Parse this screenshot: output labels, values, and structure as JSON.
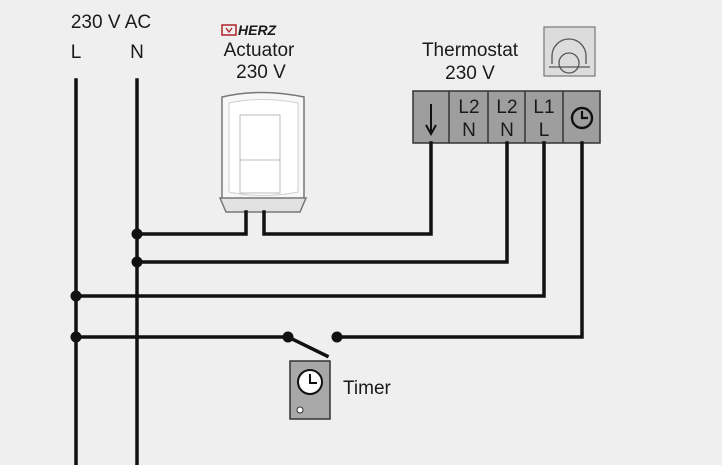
{
  "supply": {
    "voltage_label": "230 V AC",
    "line_label": "L",
    "neutral_label": "N"
  },
  "actuator": {
    "brand": "HERZ",
    "name": "Actuator",
    "voltage": "230 V"
  },
  "thermostat": {
    "name": "Thermostat",
    "voltage": "230 V",
    "terminals": [
      {
        "top": "",
        "bottom": "",
        "icon": "arrow-down-icon"
      },
      {
        "top": "L2",
        "bottom": "N"
      },
      {
        "top": "L2",
        "bottom": "N"
      },
      {
        "top": "L1",
        "bottom": "L"
      },
      {
        "top": "",
        "bottom": "",
        "icon": "clock-icon"
      }
    ]
  },
  "timer": {
    "name": "Timer"
  },
  "colors": {
    "background": "#efefef",
    "wire": "#111111",
    "terminal_fill": "#9e9e9e",
    "brand_red": "#b0222a"
  }
}
